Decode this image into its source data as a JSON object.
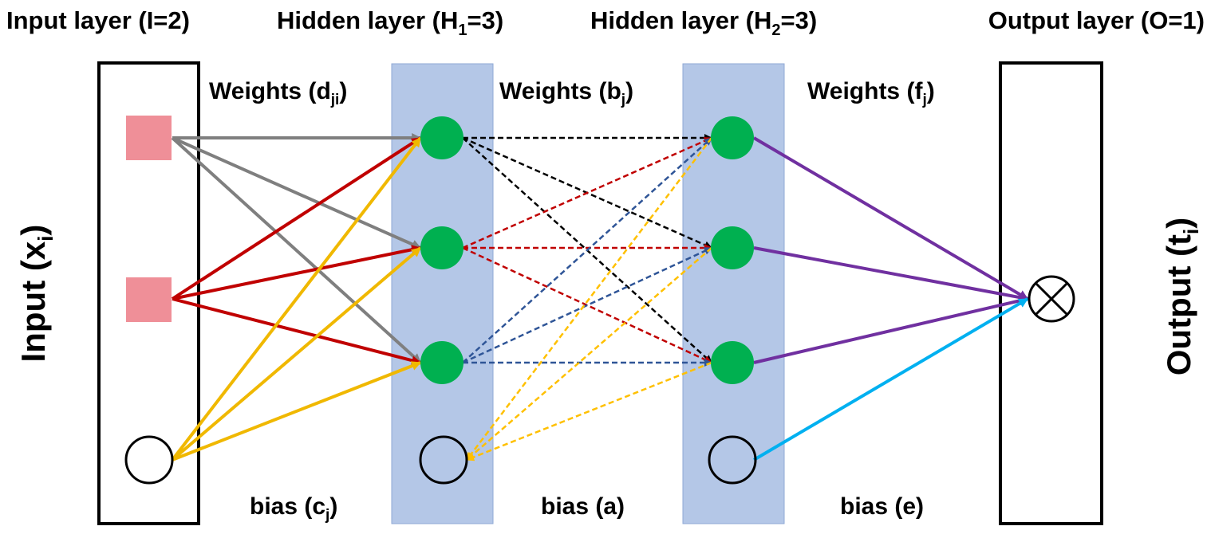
{
  "titles": {
    "input": {
      "pre": "Input layer (I=2)",
      "sub": "",
      "post": ""
    },
    "hidden1": {
      "pre": "Hidden layer (H",
      "sub": "1",
      "post": "=3)"
    },
    "hidden2": {
      "pre": "Hidden layer (H",
      "sub": "2",
      "post": "=3)"
    },
    "output": {
      "pre": "Output layer (O=1)",
      "sub": "",
      "post": ""
    }
  },
  "weights": {
    "d": {
      "pre": "Weights  (d",
      "sub": "ji",
      "post": ")"
    },
    "b": {
      "pre": "Weights  (b",
      "sub": "j",
      "post": ")"
    },
    "f": {
      "pre": "Weights  (f",
      "sub": "j",
      "post": ")"
    }
  },
  "biases": {
    "c": {
      "pre": "bias (c",
      "sub": "j",
      "post": ")"
    },
    "a": {
      "pre": "bias (a)",
      "sub": "",
      "post": ""
    },
    "e": {
      "pre": "bias (e)",
      "sub": "",
      "post": ""
    }
  },
  "side_labels": {
    "input": {
      "pre": "Input (x",
      "sub": "i",
      "post": ")"
    },
    "output": {
      "pre": "Output (t",
      "sub": "i",
      "post": ")"
    }
  },
  "output_symbol": "⊗",
  "colors": {
    "input_node": "#ef8f98",
    "hidden_node": "#00b050",
    "layer_band": "#b4c7e7",
    "input_weights": "#7f7f7f",
    "input_weights_second": "#c00000",
    "bias_weights": "#f0b800",
    "hidden_black": "#000000",
    "hidden_red": "#c00000",
    "hidden_blue": "#2f5597",
    "hidden_yellow": "#ffc000",
    "output_weights": "#7030a0",
    "output_bias": "#00b0f0"
  }
}
